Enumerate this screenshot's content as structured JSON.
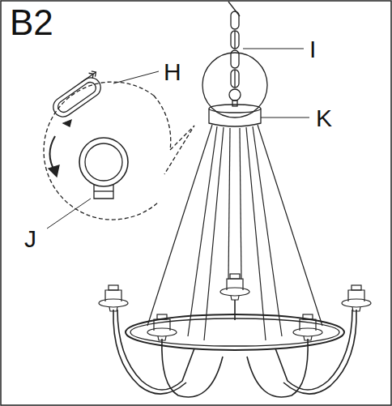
{
  "diagram": {
    "title": "B2",
    "labels": [
      "H",
      "I",
      "K",
      "J"
    ]
  }
}
